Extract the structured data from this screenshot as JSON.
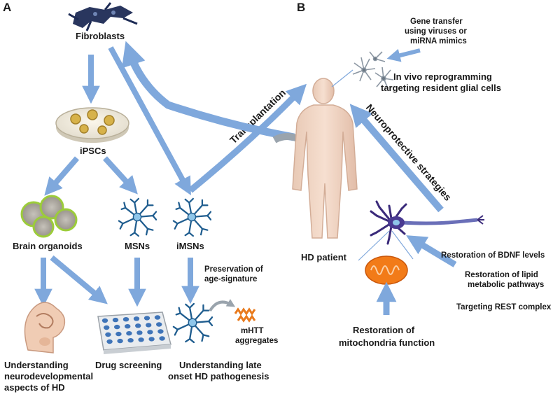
{
  "panels": {
    "a": "A",
    "b": "B"
  },
  "left": {
    "fibroblasts": "Fibroblasts",
    "ipscs": "iPSCs",
    "brain_organoids": "Brain organoids",
    "msns": "MSNs",
    "imsns": "iMSNs",
    "preservation": [
      "Preservation of",
      "age-signature"
    ],
    "mhtt": [
      "mHTT",
      "aggregates"
    ],
    "understanding_neuro": [
      "Understanding",
      "neurodevelopmental",
      "aspects of HD"
    ],
    "drug_screening": "Drug screening",
    "understanding_late": [
      "Understanding late",
      "onset HD pathogenesis"
    ]
  },
  "right": {
    "gene_transfer": [
      "Gene transfer",
      "using viruses or",
      "miRNA mimics"
    ],
    "in_vivo": [
      "In vivo reprogramming",
      "targeting resident glial cells"
    ],
    "transplantation": "Transplantation",
    "neuroprotective": "Neuroprotective strategies",
    "hd_patient": "HD patient",
    "bdnf": "Restoration of BDNF levels",
    "lipid": [
      "Restoration of lipid",
      "metabolic pathways"
    ],
    "rest": "Targeting REST complex",
    "mito": [
      "Restoration of",
      "mitochondria function"
    ]
  },
  "colors": {
    "arrow": "#7fa8dc",
    "neuron": "#1f5d8f",
    "body": "#f1d6c4",
    "mhtt": "#e97a1c",
    "mito": "#f27b18",
    "neuron_b": "#3a2a7a"
  }
}
